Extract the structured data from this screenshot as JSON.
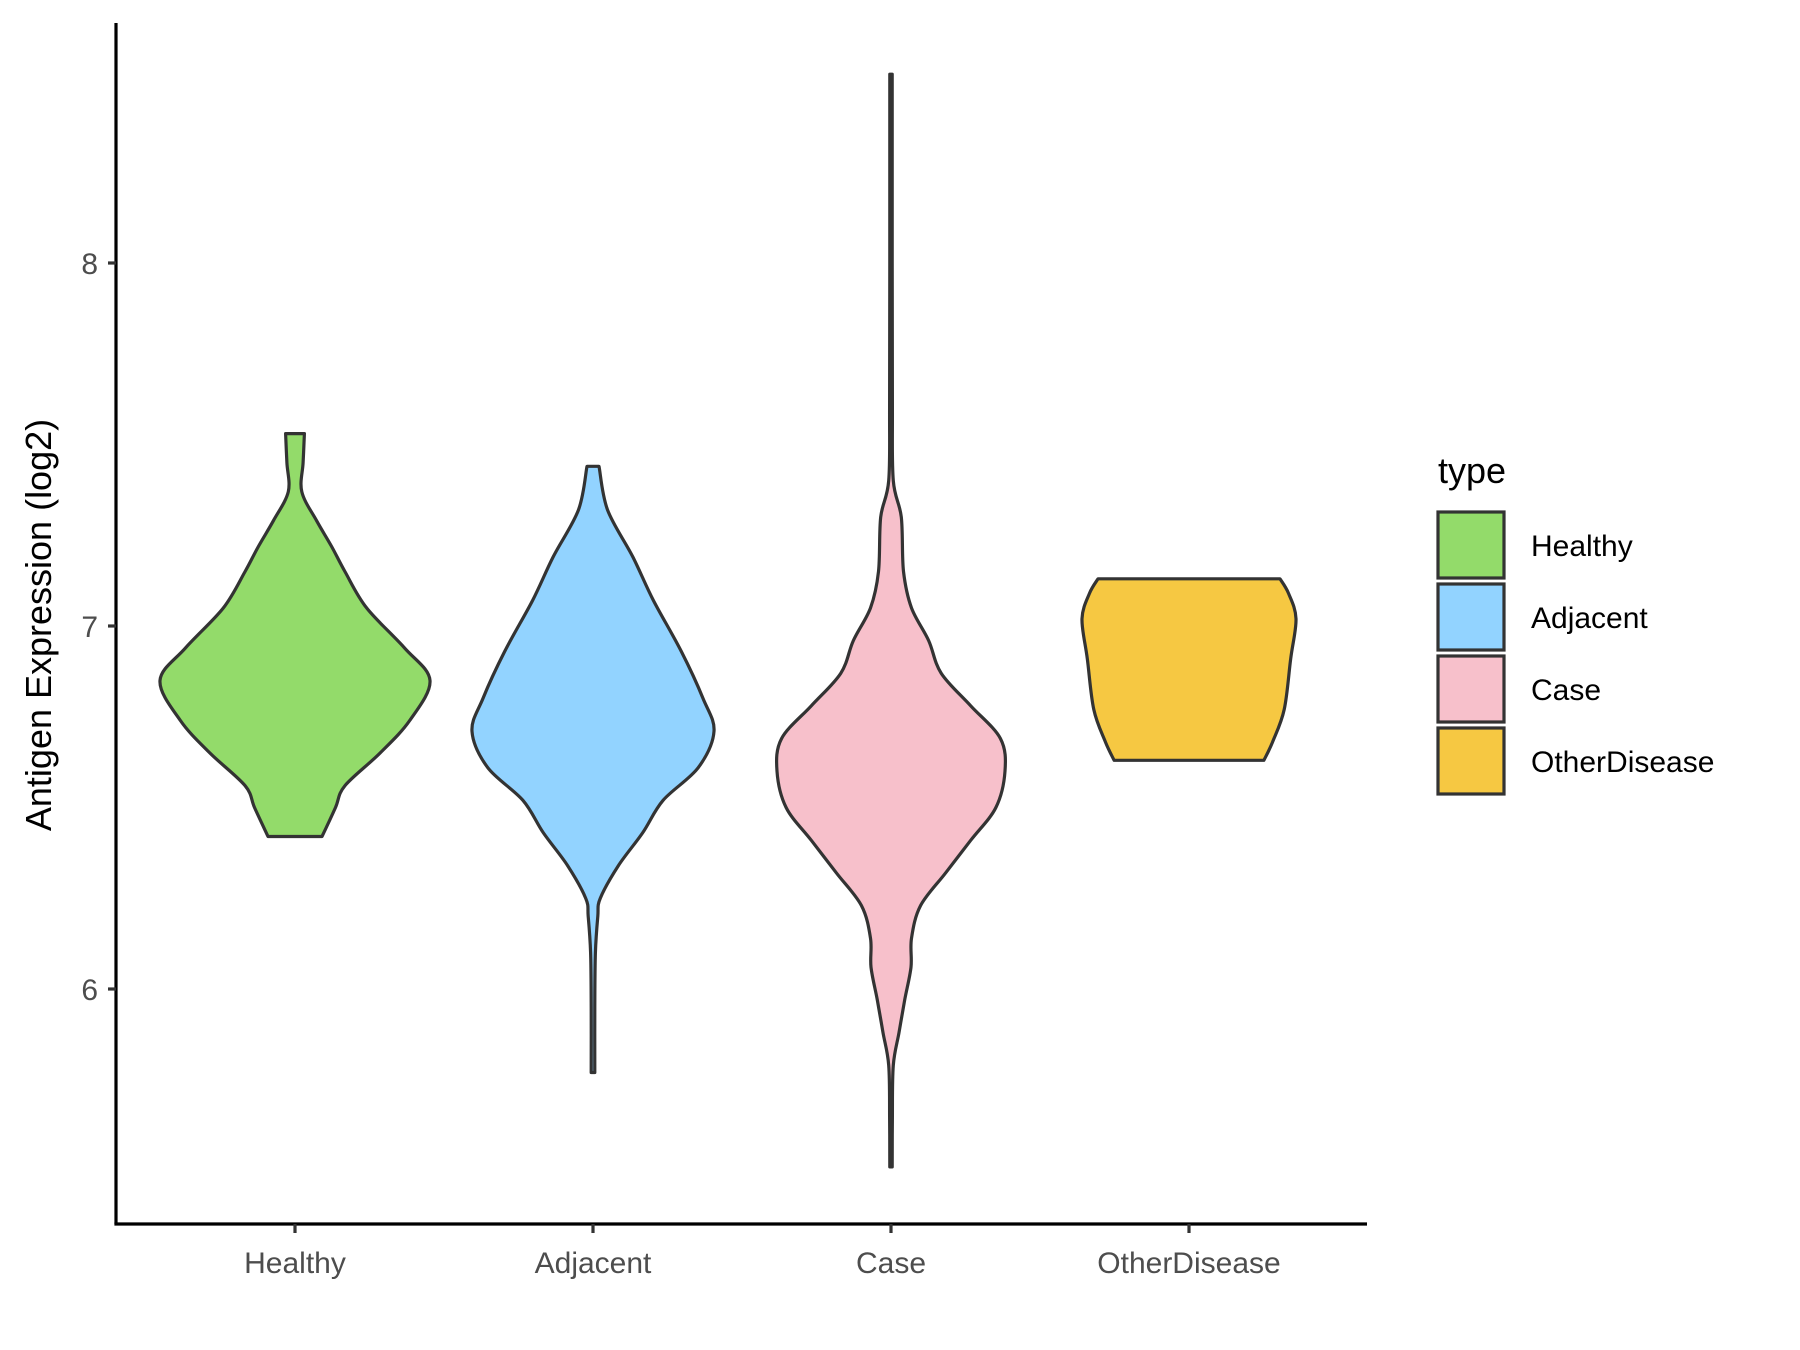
{
  "chart_data": {
    "type": "violin",
    "title": "",
    "xlabel": "",
    "ylabel": "Antigen Expression (log2)",
    "ylim": [
      5.36,
      8.66
    ],
    "yticks": [
      6,
      7,
      8
    ],
    "ytick_labels": [
      "6",
      "7",
      "8"
    ],
    "categories": [
      "Healthy",
      "Adjacent",
      "Case",
      "OtherDisease"
    ],
    "grid": false,
    "legend": {
      "title": "type",
      "position": "right",
      "entries": [
        {
          "label": "Healthy",
          "color": "#93DB6A"
        },
        {
          "label": "Adjacent",
          "color": "#92D3FF"
        },
        {
          "label": "Case",
          "color": "#F7C0CB"
        },
        {
          "label": "OtherDisease",
          "color": "#F6C842"
        }
      ]
    },
    "series": [
      {
        "name": "Healthy",
        "color": "#93DB6A",
        "min": 6.42,
        "max": 7.53,
        "density_profile": [
          {
            "y": 6.42,
            "w": 0.2
          },
          {
            "y": 6.5,
            "w": 0.3
          },
          {
            "y": 6.56,
            "w": 0.37
          },
          {
            "y": 6.65,
            "w": 0.63
          },
          {
            "y": 6.74,
            "w": 0.85
          },
          {
            "y": 6.85,
            "w": 1.0
          },
          {
            "y": 6.94,
            "w": 0.81
          },
          {
            "y": 7.05,
            "w": 0.53
          },
          {
            "y": 7.15,
            "w": 0.37
          },
          {
            "y": 7.22,
            "w": 0.27
          },
          {
            "y": 7.29,
            "w": 0.16
          },
          {
            "y": 7.37,
            "w": 0.05
          },
          {
            "y": 7.45,
            "w": 0.06
          },
          {
            "y": 7.53,
            "w": 0.07
          }
        ]
      },
      {
        "name": "Adjacent",
        "color": "#92D3FF",
        "min": 5.77,
        "max": 7.44,
        "density_profile": [
          {
            "y": 5.77,
            "w": 0.015
          },
          {
            "y": 5.95,
            "w": 0.015
          },
          {
            "y": 6.1,
            "w": 0.02
          },
          {
            "y": 6.2,
            "w": 0.04
          },
          {
            "y": 6.25,
            "w": 0.06
          },
          {
            "y": 6.34,
            "w": 0.21
          },
          {
            "y": 6.43,
            "w": 0.41
          },
          {
            "y": 6.52,
            "w": 0.58
          },
          {
            "y": 6.61,
            "w": 0.87
          },
          {
            "y": 6.71,
            "w": 1.0
          },
          {
            "y": 6.8,
            "w": 0.91
          },
          {
            "y": 6.93,
            "w": 0.73
          },
          {
            "y": 7.07,
            "w": 0.5
          },
          {
            "y": 7.19,
            "w": 0.33
          },
          {
            "y": 7.32,
            "w": 0.12
          },
          {
            "y": 7.44,
            "w": 0.05
          }
        ]
      },
      {
        "name": "Case",
        "color": "#F7C0CB",
        "min": 5.51,
        "max": 8.52,
        "density_profile": [
          {
            "y": 5.51,
            "w": 0.01
          },
          {
            "y": 5.65,
            "w": 0.012
          },
          {
            "y": 5.79,
            "w": 0.02
          },
          {
            "y": 5.88,
            "w": 0.07
          },
          {
            "y": 5.97,
            "w": 0.12
          },
          {
            "y": 6.06,
            "w": 0.175
          },
          {
            "y": 6.14,
            "w": 0.18
          },
          {
            "y": 6.23,
            "w": 0.26
          },
          {
            "y": 6.32,
            "w": 0.48
          },
          {
            "y": 6.41,
            "w": 0.7
          },
          {
            "y": 6.5,
            "w": 0.92
          },
          {
            "y": 6.6,
            "w": 1.0
          },
          {
            "y": 6.69,
            "w": 0.96
          },
          {
            "y": 6.78,
            "w": 0.7
          },
          {
            "y": 6.87,
            "w": 0.44
          },
          {
            "y": 6.96,
            "w": 0.33
          },
          {
            "y": 7.05,
            "w": 0.18
          },
          {
            "y": 7.15,
            "w": 0.11
          },
          {
            "y": 7.3,
            "w": 0.09
          },
          {
            "y": 7.4,
            "w": 0.02
          },
          {
            "y": 7.6,
            "w": 0.012
          },
          {
            "y": 8.0,
            "w": 0.01
          },
          {
            "y": 8.52,
            "w": 0.01
          }
        ]
      },
      {
        "name": "OtherDisease",
        "color": "#F6C842",
        "min": 6.63,
        "max": 7.13,
        "density_profile": [
          {
            "y": 6.63,
            "w": 0.7
          },
          {
            "y": 6.68,
            "w": 0.78
          },
          {
            "y": 6.77,
            "w": 0.89
          },
          {
            "y": 6.91,
            "w": 0.95
          },
          {
            "y": 7.02,
            "w": 1.0
          },
          {
            "y": 7.09,
            "w": 0.93
          },
          {
            "y": 7.13,
            "w": 0.85
          }
        ]
      }
    ]
  }
}
